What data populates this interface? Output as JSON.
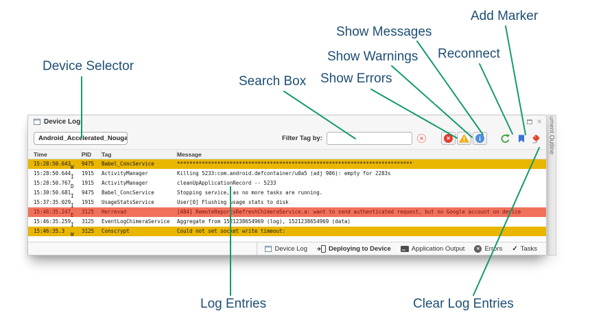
{
  "annotations": {
    "device_selector": "Device Selector",
    "search_box": "Search Box",
    "show_errors": "Show Errors",
    "show_warnings": "Show Warnings",
    "show_messages": "Show Messages",
    "reconnect": "Reconnect",
    "add_marker": "Add Marker",
    "log_entries": "Log Entries",
    "clear_log_entries": "Clear Log Entries",
    "label_color": "#1d4e74",
    "line_color": "#15996d"
  },
  "panel": {
    "tab_title": "Device Log",
    "device_selector_value": "Android_Accelerated_Nougat",
    "filter_label": "Filter Tag by:",
    "filter_value": "",
    "side_tab_label": "ument Outline",
    "icons": {
      "tab": "window-icon",
      "float": "float-window-icon",
      "close": "close-icon",
      "combo_arrow": "chevron-down-icon",
      "filter_clear": "red-circle-x-outline-icon",
      "show_errors": "red-circle-x-icon",
      "show_warnings": "yellow-warning-triangle-icon",
      "show_messages": "blue-info-circle-icon",
      "reconnect": "green-refresh-arrows-icon",
      "add_marker": "blue-bookmark-icon",
      "clear_log": "red-eraser-icon"
    },
    "table": {
      "columns": [
        "Time",
        "PID",
        "Tag",
        "Message"
      ],
      "rows": [
        {
          "time": "15:28:50.643",
          "level": "W",
          "pid": "9475",
          "tag": "Babel_ConcService",
          "message": "****************************************************************************",
          "highlight": "warn"
        },
        {
          "time": "15:28:50.644",
          "level": "I",
          "pid": "1915",
          "tag": "ActivityManager",
          "message": "Killing 5233:com.android.defcontainer/u0a5 (adj 906): empty for 2283s",
          "highlight": ""
        },
        {
          "time": "15:28:50.767",
          "level": "D",
          "pid": "1915",
          "tag": "ActivityManager",
          "message": "cleanUpApplicationRecord -- 5233",
          "highlight": ""
        },
        {
          "time": "15:30:50.681",
          "level": "I",
          "pid": "9475",
          "tag": "Babel_ConcService",
          "message": "Stopping service, as no more tasks are running.",
          "highlight": ""
        },
        {
          "time": "15:37:35.029",
          "level": "I",
          "pid": "1915",
          "tag": "UsageStatsService",
          "message": "User[0] Flushing usage stats to disk",
          "highlight": ""
        },
        {
          "time": "15:46:35.247",
          "level": "E",
          "pid": "3125",
          "tag": "Herrevad",
          "message": "[484] RemoteReportsRefreshChimeraService.a: want to send authenticated request, but no Google account on device",
          "highlight": "error"
        },
        {
          "time": "15:46:35.259",
          "level": "I",
          "pid": "3125",
          "tag": "EventLogChimeraService",
          "message": "Aggregate from 1521238654969 (log), 1521238654969 (data)",
          "highlight": ""
        },
        {
          "time": "15:46:35.3",
          "level": "W",
          "pid": "3125",
          "tag": "Conscrypt",
          "message": "Could not set socket write timeout:",
          "highlight": "warn"
        }
      ]
    },
    "status_bar": {
      "device_log": "Device Log",
      "deploying": "Deploying to Device",
      "app_output": "Application Output",
      "errors": "Errors",
      "tasks": "Tasks"
    },
    "colors": {
      "warning_row": "#e9b602",
      "error_row": "#f0715a",
      "error_row_text": "#7a1111"
    }
  }
}
